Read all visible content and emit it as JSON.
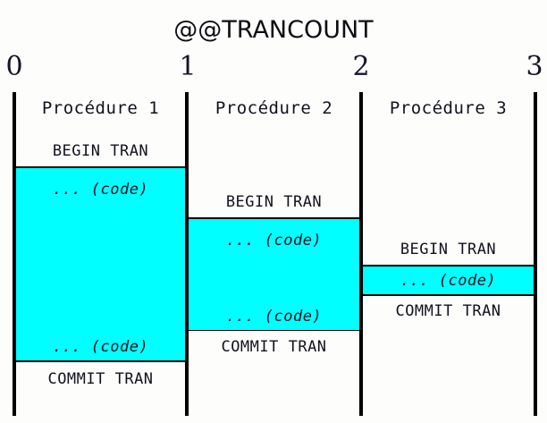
{
  "diagram": {
    "title": "@@TRANCOUNT",
    "axis_labels": [
      "0",
      "1",
      "2",
      "3"
    ],
    "accent_color": "#00ffff",
    "line_color": "#000000",
    "background_color": "#fdfdfb",
    "columns": [
      {
        "header": "Procédure 1",
        "steps": [
          {
            "label": "BEGIN TRAN",
            "kind": "statement"
          },
          {
            "label": "... (code)",
            "kind": "code"
          },
          {
            "label": "... (code)",
            "kind": "code-cont"
          },
          {
            "label": "COMMIT TRAN",
            "kind": "statement"
          }
        ]
      },
      {
        "header": "Procédure 2",
        "steps": [
          {
            "label": "BEGIN TRAN",
            "kind": "statement"
          },
          {
            "label": "... (code)",
            "kind": "code"
          },
          {
            "label": "... (code)",
            "kind": "code-cont"
          },
          {
            "label": "COMMIT TRAN",
            "kind": "statement"
          }
        ]
      },
      {
        "header": "Procédure 3",
        "steps": [
          {
            "label": "BEGIN TRAN",
            "kind": "statement"
          },
          {
            "label": "... (code)",
            "kind": "code"
          },
          {
            "label": "COMMIT TRAN",
            "kind": "statement"
          }
        ]
      }
    ]
  }
}
